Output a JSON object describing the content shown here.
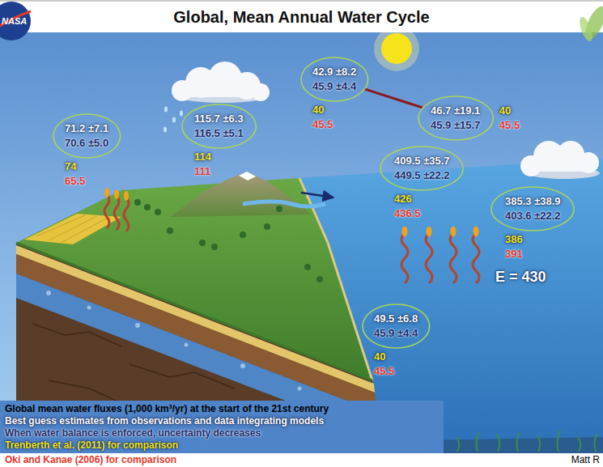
{
  "diagram": {
    "title": "Global, Mean Annual Water Cycle",
    "caption": "Global mean water fluxes (1,000 km³/yr) at the start of the 21st century",
    "nodes": [
      {
        "text": [
          "42.9 ±8.2",
          "45.9 ±4.4",
          "40",
          "45.5"
        ]
      },
      {
        "text": [
          "71.2 ±7.1",
          "70.6 ±5.0",
          "74",
          "65.5"
        ]
      },
      {
        "text": [
          "115.7 ±6.3",
          "116.5 ±5.1",
          "114",
          "111"
        ]
      },
      {
        "text": [
          "46.7 ±19.1",
          "45.9 ±15.7",
          "40",
          "45.5"
        ]
      },
      {
        "text": [
          "409.5 ±35.7",
          "449.5 ±22.2",
          "426",
          "436.5"
        ]
      },
      {
        "text": [
          "385.3 ±38.9",
          "403.6 ±22.2",
          "386",
          "391"
        ]
      },
      {
        "text": [
          "49.5 ±6.8",
          "45.9 ±4.4",
          "40",
          "45.5"
        ]
      }
    ],
    "edges": [
      {
        "from": 0,
        "to": 3,
        "arrow": "none"
      }
    ],
    "labels": [
      "NASA",
      "E = 430",
      "Matt R"
    ],
    "legend": [
      {
        "text": "Best guess estimates from observations and data integrating models",
        "color": "#ffffff"
      },
      {
        "text": "When water balance is enforced, uncertainty decreases",
        "color": "#1b2a6b"
      },
      {
        "text": "Trenberth et al. (2011) for comparison",
        "color": "#f3e61b"
      },
      {
        "text": "Oki and Kanae (2006) for comparison",
        "color": "#e8352c"
      }
    ]
  }
}
